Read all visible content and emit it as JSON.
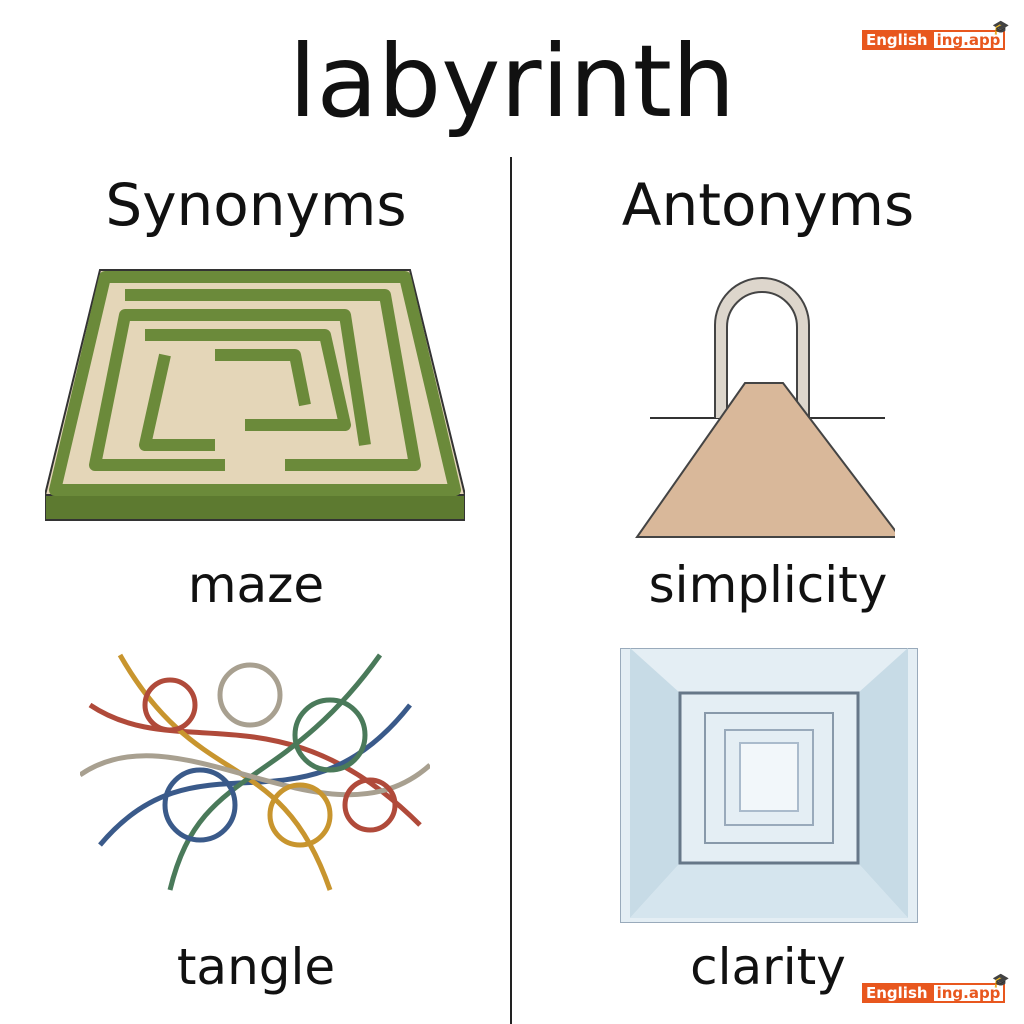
{
  "title": "labyrinth",
  "synonyms": {
    "heading": "Synonyms",
    "items": [
      "maze",
      "tangle"
    ]
  },
  "antonyms": {
    "heading": "Antonyms",
    "items": [
      "simplicity",
      "clarity"
    ]
  },
  "logo": {
    "part1": "English",
    "part2": "ing.app",
    "icon": "graduation-cap-icon"
  },
  "colors": {
    "brand": "#e8571e",
    "hedge": "#6b8a3a",
    "path": "#d9b89a"
  }
}
